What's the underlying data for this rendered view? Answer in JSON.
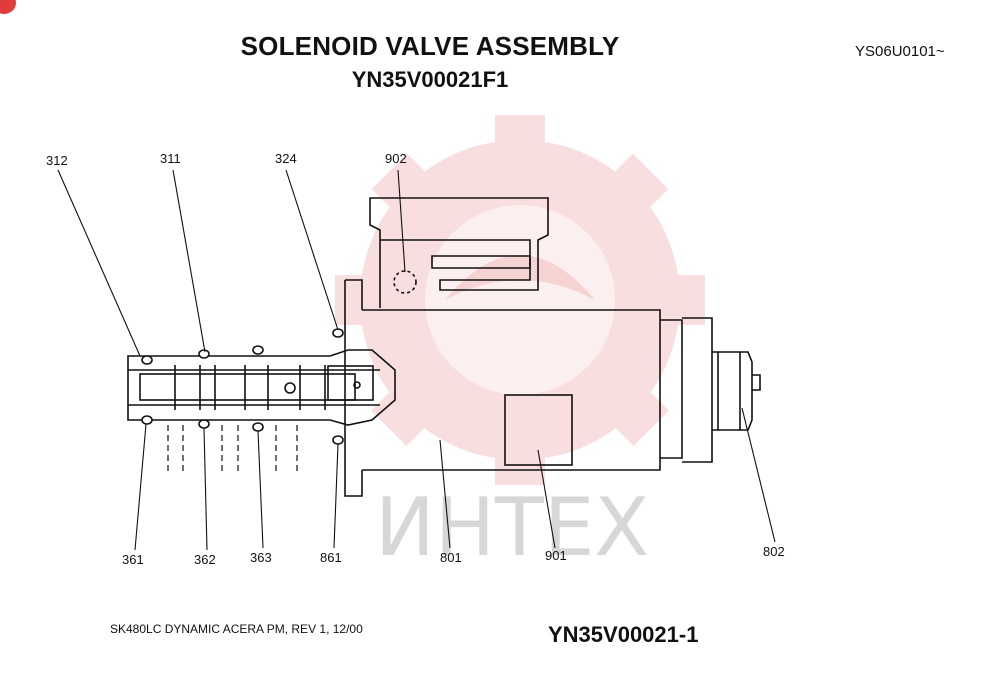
{
  "header": {
    "title": "SOLENOID VALVE ASSEMBLY",
    "subtitle": "YN35V00021F1",
    "serial": "YS06U0101~"
  },
  "footer": {
    "left_text": "SK480LC DYNAMIC ACERA PM, REV 1, 12/00",
    "right_text": "YN35V00021-1"
  },
  "watermark": {
    "text": "ИНТЕХ",
    "color": "#f2b8b8"
  },
  "callouts": {
    "p312": "312",
    "p311": "311",
    "p324": "324",
    "p902": "902",
    "p361": "361",
    "p362": "362",
    "p363": "363",
    "p861": "861",
    "p801": "801",
    "p901": "901",
    "p802": "802"
  },
  "colors": {
    "line": "#111111",
    "badge": "#e23b3b"
  }
}
